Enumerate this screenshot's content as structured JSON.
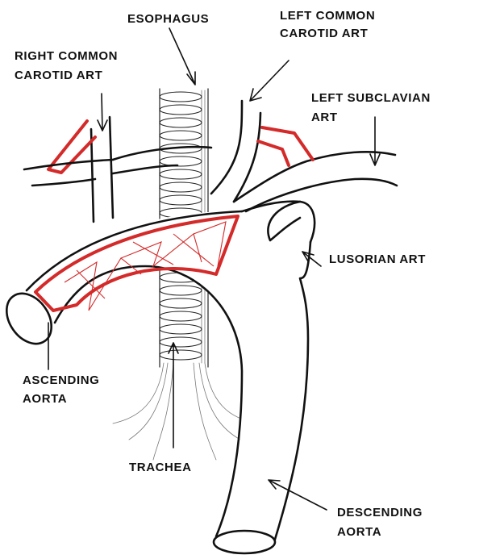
{
  "labels": {
    "esophagus": "ESOPHAGUS",
    "left_common_carotid_1": "LEFT COMMON",
    "left_common_carotid_2": "CAROTID ART",
    "right_common_carotid_1": "RIGHT COMMON",
    "right_common_carotid_2": "CAROTID ART",
    "left_subclavian_1": "LEFT SUBCLAVIAN",
    "left_subclavian_2": "ART",
    "lusorian": "LUSORIAN ART",
    "ascending_aorta_1": "ASCENDING",
    "ascending_aorta_2": "AORTA",
    "trachea": "TRACHEA",
    "descending_aorta_1": "DESCENDING",
    "descending_aorta_2": "AORTA"
  },
  "colors": {
    "ink": "#111111",
    "graft_red": "#d42a2a",
    "background": "#ffffff"
  }
}
